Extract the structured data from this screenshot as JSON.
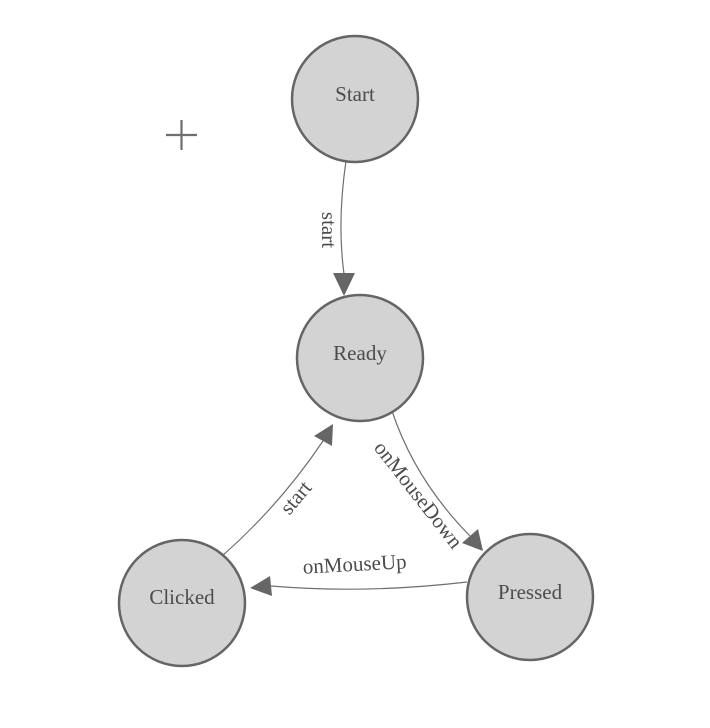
{
  "diagram": {
    "kind": "state-machine",
    "crosshair_symbol": "+",
    "colors": {
      "background": "#ffffff",
      "node_fill": "#d3d3d4",
      "node_border": "#656565",
      "edge_line": "#6f6f6f",
      "arrowhead": "#666666",
      "label_text": "#4b4b50",
      "crosshair": "#6e6e6e"
    },
    "nodes": [
      {
        "id": "start",
        "label": "Start"
      },
      {
        "id": "ready",
        "label": "Ready"
      },
      {
        "id": "clicked",
        "label": "Clicked"
      },
      {
        "id": "pressed",
        "label": "Pressed"
      }
    ],
    "edges": [
      {
        "id": "start-to-ready",
        "from": "Start",
        "to": "Ready",
        "label": "start"
      },
      {
        "id": "ready-to-pressed",
        "from": "Ready",
        "to": "Pressed",
        "label": "onMouseDown"
      },
      {
        "id": "pressed-to-clicked",
        "from": "Pressed",
        "to": "Clicked",
        "label": "onMouseUp"
      },
      {
        "id": "clicked-to-ready",
        "from": "Clicked",
        "to": "Ready",
        "label": "start"
      }
    ]
  }
}
